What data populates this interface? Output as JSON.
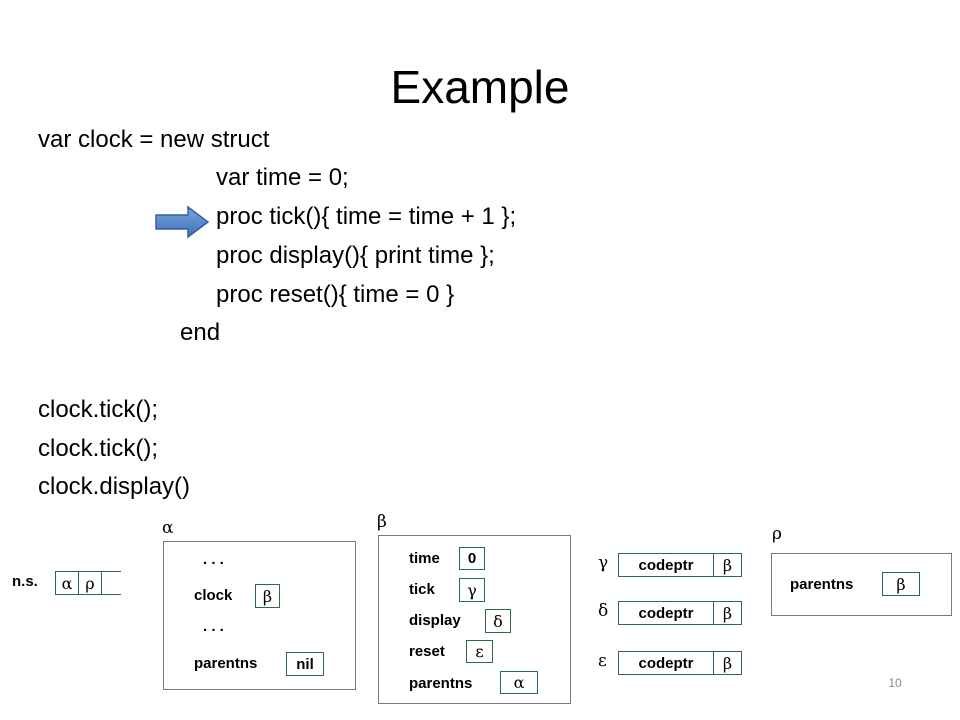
{
  "title": "Example",
  "code": {
    "line1": "var clock = new struct",
    "line2": "var time = 0;",
    "line3": "proc tick(){ time = time + 1 };",
    "line4": "proc display(){ print time };",
    "line5": "proc reset(){ time = 0 }",
    "line6": "end",
    "line7": "clock.tick();",
    "line8": "clock.tick();",
    "line9": "clock.display()"
  },
  "arrow": {
    "icon": "right-arrow-icon",
    "color": "#4f81bd"
  },
  "diagram": {
    "ns": {
      "label": "n.s.",
      "slot1": "α",
      "slot2": "ρ"
    },
    "alpha": {
      "label": "α",
      "dots1": ". . .",
      "clock_label": "clock",
      "clock_value": "β",
      "dots2": ". . .",
      "parentns_label": "parentns",
      "parentns_value": "nil"
    },
    "beta": {
      "label": "β",
      "time_label": "time",
      "time_value": "0",
      "tick_label": "tick",
      "tick_value": "γ",
      "display_label": "display",
      "display_value": "δ",
      "reset_label": "reset",
      "reset_value": "ε",
      "parentns_label": "parentns",
      "parentns_value": "α"
    },
    "gamma": {
      "label": "γ",
      "codeptr": "codeptr",
      "env": "β"
    },
    "delta": {
      "label": "δ",
      "codeptr": "codeptr",
      "env": "β"
    },
    "epsilon": {
      "label": "ε",
      "codeptr": "codeptr",
      "env": "β"
    },
    "rho": {
      "label": "ρ",
      "parentns_label": "parentns",
      "parentns_value": "β"
    },
    "box_border_color": "#2c6e3b"
  },
  "slide_number": "10"
}
